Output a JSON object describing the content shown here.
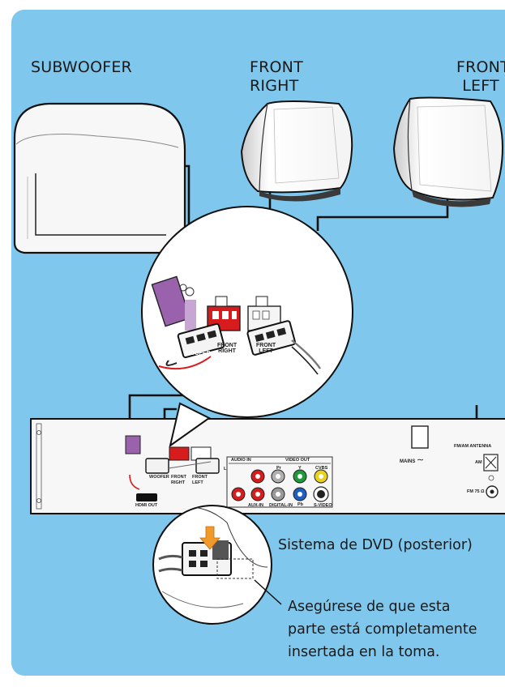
{
  "speakers": {
    "subwoofer": "SUBWOOFER",
    "front_right": [
      "FRONT",
      "RIGHT"
    ],
    "front_left": [
      "FRONT",
      "LEFT"
    ]
  },
  "zoom_labels": {
    "woofer": "WOOFER",
    "front_right": [
      "FRONT",
      "RIGHT"
    ],
    "front_left": [
      "FRONT",
      "LEFT"
    ]
  },
  "panel_labels": {
    "woofer": "WOOFER",
    "front_right": [
      "FRONT",
      "RIGHT"
    ],
    "front_left": [
      "FRONT",
      "LEFT"
    ],
    "audio_in": "AUDIO IN",
    "video_out": "VIDEO OUT",
    "pr": "Pr",
    "y": "Y",
    "cvbs": "CVBS",
    "pb": "Pb",
    "svideo": "S-VIDEO",
    "aux_in": "AUX-IN",
    "digital_in": "DIGITAL-IN",
    "hdmi_out": "HDMI OUT",
    "mains": "MAINS",
    "antenna": "FM/AM ANTENNA",
    "am": "AM",
    "fm": "FM 75 Ω",
    "l": "L"
  },
  "device_caption": "Sistema de DVD (posterior)",
  "note_lines": [
    "Asegúrese de que esta",
    "parte está completamente",
    "insertada en la toma."
  ],
  "colors": {
    "background_panel": "#7fc7ec",
    "connector_purple": "#9a62ad",
    "connector_red": "#d61c1c",
    "highlight_arrow": "#f19a2c"
  }
}
